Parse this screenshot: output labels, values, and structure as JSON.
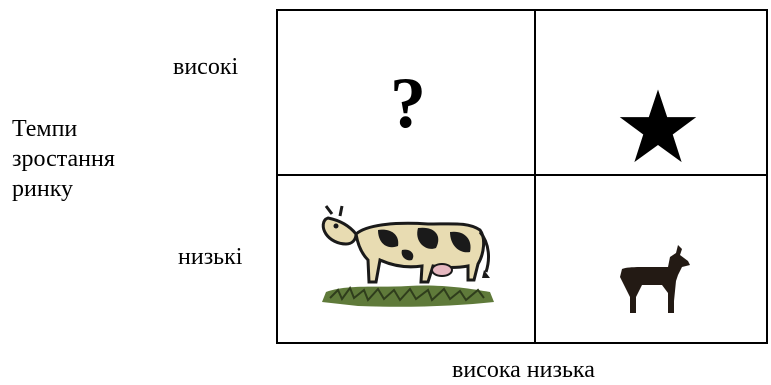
{
  "y_axis": {
    "title_lines": [
      "Темпи",
      "зростання",
      "ринку"
    ]
  },
  "rows": {
    "high_label": "високі",
    "low_label": "низькі"
  },
  "x_axis": {
    "labels": "висока низька"
  },
  "cells": {
    "top_left": {
      "icon": "question-mark-icon",
      "symbol": "?"
    },
    "top_right": {
      "icon": "star-icon"
    },
    "bottom_left": {
      "icon": "cow-icon"
    },
    "bottom_right": {
      "icon": "dog-icon"
    }
  },
  "colors": {
    "line": "#000000",
    "background": "#ffffff"
  }
}
